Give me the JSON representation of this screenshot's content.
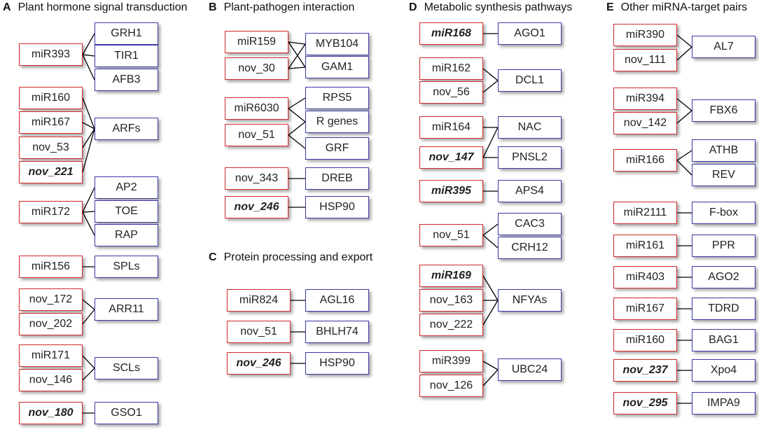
{
  "panels": [
    {
      "letter": "A",
      "title": "Plant hormone signal transduction"
    },
    {
      "letter": "B",
      "title": "Plant-pathogen interaction"
    },
    {
      "letter": "C",
      "title": "Protein processing and export"
    },
    {
      "letter": "D",
      "title": "Metabolic synthesis pathways"
    },
    {
      "letter": "E",
      "title": "Other miRNA-target pairs"
    }
  ],
  "mirnas": [
    {
      "label": "miR393",
      "bold": false
    },
    {
      "label": "miR160",
      "bold": false
    },
    {
      "label": "miR167",
      "bold": false
    },
    {
      "label": "nov_53",
      "bold": false
    },
    {
      "label": "nov_221",
      "bold": true
    },
    {
      "label": "miR172",
      "bold": false
    },
    {
      "label": "miR156",
      "bold": false
    },
    {
      "label": "nov_172",
      "bold": false
    },
    {
      "label": "nov_202",
      "bold": false
    },
    {
      "label": "miR171",
      "bold": false
    },
    {
      "label": "nov_146",
      "bold": false
    },
    {
      "label": "nov_180",
      "bold": true
    },
    {
      "label": "miR159",
      "bold": false
    },
    {
      "label": "nov_30",
      "bold": false
    },
    {
      "label": "miR6030",
      "bold": false
    },
    {
      "label": "nov_51",
      "bold": false
    },
    {
      "label": "nov_343",
      "bold": false
    },
    {
      "label": "nov_246",
      "bold": true
    },
    {
      "label": "miR824",
      "bold": false
    },
    {
      "label": "nov_51",
      "bold": false
    },
    {
      "label": "nov_246",
      "bold": true
    },
    {
      "label": "miR168",
      "bold": true
    },
    {
      "label": "miR162",
      "bold": false
    },
    {
      "label": "nov_56",
      "bold": false
    },
    {
      "label": "miR164",
      "bold": false
    },
    {
      "label": "nov_147",
      "bold": true
    },
    {
      "label": "miR395",
      "bold": true
    },
    {
      "label": "nov_51",
      "bold": false
    },
    {
      "label": "miR169",
      "bold": true
    },
    {
      "label": "nov_163",
      "bold": false
    },
    {
      "label": "nov_222",
      "bold": false
    },
    {
      "label": "miR399",
      "bold": false
    },
    {
      "label": "nov_126",
      "bold": false
    },
    {
      "label": "miR390",
      "bold": false
    },
    {
      "label": "nov_111",
      "bold": false
    },
    {
      "label": "miR394",
      "bold": false
    },
    {
      "label": "nov_142",
      "bold": false
    },
    {
      "label": "miR166",
      "bold": false
    },
    {
      "label": "miR2111",
      "bold": false
    },
    {
      "label": "miR161",
      "bold": false
    },
    {
      "label": "miR403",
      "bold": false
    },
    {
      "label": "miR167",
      "bold": false
    },
    {
      "label": "miR160",
      "bold": false
    },
    {
      "label": "nov_237",
      "bold": true
    },
    {
      "label": "nov_295",
      "bold": true
    }
  ],
  "targets": [
    {
      "label": "GRH1"
    },
    {
      "label": "TIR1"
    },
    {
      "label": "AFB3"
    },
    {
      "label": "ARFs"
    },
    {
      "label": "AP2"
    },
    {
      "label": "TOE"
    },
    {
      "label": "RAP"
    },
    {
      "label": "SPLs"
    },
    {
      "label": "ARR11"
    },
    {
      "label": "SCLs"
    },
    {
      "label": "GSO1"
    },
    {
      "label": "MYB104"
    },
    {
      "label": "GAM1"
    },
    {
      "label": "RPS5"
    },
    {
      "label": "R genes"
    },
    {
      "label": "GRF"
    },
    {
      "label": "DREB"
    },
    {
      "label": "HSP90"
    },
    {
      "label": "AGL16"
    },
    {
      "label": "BHLH74"
    },
    {
      "label": "HSP90"
    },
    {
      "label": "AGO1"
    },
    {
      "label": "DCL1"
    },
    {
      "label": "NAC"
    },
    {
      "label": "PNSL2"
    },
    {
      "label": "APS4"
    },
    {
      "label": "CAC3"
    },
    {
      "label": "CRH12"
    },
    {
      "label": "NFYAs"
    },
    {
      "label": "UBC24"
    },
    {
      "label": "AL7"
    },
    {
      "label": "FBX6"
    },
    {
      "label": "ATHB"
    },
    {
      "label": "REV"
    },
    {
      "label": "F-box"
    },
    {
      "label": "PPR"
    },
    {
      "label": "AGO2"
    },
    {
      "label": "TDRD"
    },
    {
      "label": "BAG1"
    },
    {
      "label": "Xpo4"
    },
    {
      "label": "IMPA9"
    }
  ],
  "links": [
    [
      0,
      0
    ],
    [
      0,
      1
    ],
    [
      0,
      2
    ],
    [
      1,
      3
    ],
    [
      2,
      3
    ],
    [
      3,
      3
    ],
    [
      4,
      3
    ],
    [
      5,
      4
    ],
    [
      5,
      5
    ],
    [
      5,
      6
    ],
    [
      6,
      7
    ],
    [
      7,
      8
    ],
    [
      8,
      8
    ],
    [
      9,
      9
    ],
    [
      10,
      9
    ],
    [
      11,
      10
    ],
    [
      12,
      11
    ],
    [
      12,
      12
    ],
    [
      13,
      11
    ],
    [
      13,
      12
    ],
    [
      14,
      13
    ],
    [
      14,
      14
    ],
    [
      15,
      14
    ],
    [
      15,
      15
    ],
    [
      16,
      16
    ],
    [
      17,
      17
    ],
    [
      18,
      18
    ],
    [
      19,
      19
    ],
    [
      20,
      20
    ],
    [
      21,
      21
    ],
    [
      22,
      22
    ],
    [
      23,
      22
    ],
    [
      24,
      23
    ],
    [
      25,
      23
    ],
    [
      25,
      24
    ],
    [
      26,
      25
    ],
    [
      27,
      26
    ],
    [
      27,
      27
    ],
    [
      28,
      28
    ],
    [
      29,
      28
    ],
    [
      30,
      28
    ],
    [
      31,
      29
    ],
    [
      32,
      29
    ],
    [
      33,
      30
    ],
    [
      34,
      30
    ],
    [
      35,
      31
    ],
    [
      36,
      31
    ],
    [
      37,
      32
    ],
    [
      37,
      33
    ],
    [
      38,
      34
    ],
    [
      39,
      35
    ],
    [
      40,
      36
    ],
    [
      41,
      37
    ],
    [
      42,
      38
    ],
    [
      43,
      39
    ],
    [
      44,
      40
    ]
  ],
  "colors": {
    "mirna_border": "#d42a2a",
    "target_border": "#3a3aa8",
    "line": "#000000"
  }
}
